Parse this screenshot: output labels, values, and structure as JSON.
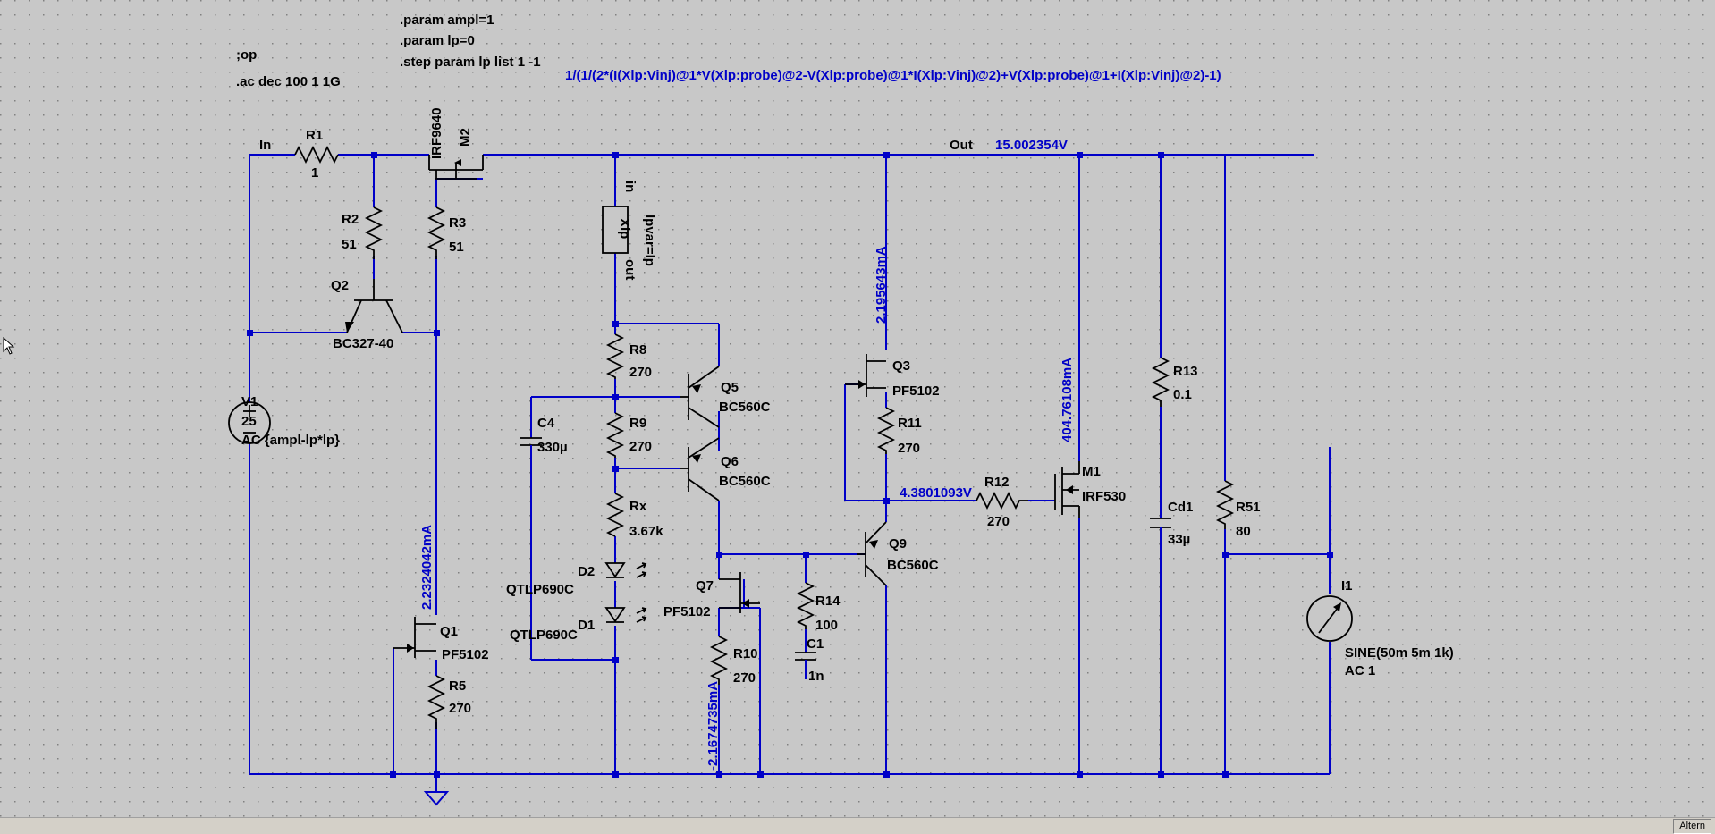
{
  "status": {
    "mode_text": "Altern"
  },
  "directives": {
    "op": ";op",
    "ac": ".ac dec 100 1 1G",
    "param1": ".param ampl=1",
    "param2": ".param lp=0",
    "step": ".step param lp list 1 -1",
    "expression": "1/(1/(2*(I(Xlp:Vinj)@1*V(Xlp:probe)@2-V(Xlp:probe)@1*I(Xlp:Vinj)@2)+V(Xlp:probe)@1+I(Xlp:Vinj)@2)-1)"
  },
  "nets": {
    "in": "In",
    "out": "Out",
    "xlp_in": "in",
    "xlp_out": "out"
  },
  "components": {
    "r1": {
      "name": "R1",
      "value": "1"
    },
    "r2": {
      "name": "R2",
      "value": "51"
    },
    "r3": {
      "name": "R3",
      "value": "51"
    },
    "r5": {
      "name": "R5",
      "value": "270"
    },
    "r8": {
      "name": "R8",
      "value": "270"
    },
    "r9": {
      "name": "R9",
      "value": "270"
    },
    "rx": {
      "name": "Rx",
      "value": "3.67k"
    },
    "r10": {
      "name": "R10",
      "value": "270"
    },
    "r11": {
      "name": "R11",
      "value": "270"
    },
    "r12": {
      "name": "R12",
      "value": "270"
    },
    "r13": {
      "name": "R13",
      "value": "0.1"
    },
    "r14": {
      "name": "R14",
      "value": "100"
    },
    "r51": {
      "name": "R51",
      "value": "80"
    },
    "c1": {
      "name": "C1",
      "value": "1n"
    },
    "c4": {
      "name": "C4",
      "value": "330µ"
    },
    "cd1": {
      "name": "Cd1",
      "value": "33µ"
    },
    "d1": {
      "name": "D1",
      "value": "QTLP690C"
    },
    "d2": {
      "name": "D2",
      "value": "QTLP690C"
    },
    "q1": {
      "name": "Q1",
      "value": "PF5102"
    },
    "q2": {
      "name": "Q2",
      "value": "BC327-40"
    },
    "q3": {
      "name": "Q3",
      "value": "PF5102"
    },
    "q5": {
      "name": "Q5",
      "value": "BC560C"
    },
    "q6": {
      "name": "Q6",
      "value": "BC560C"
    },
    "q7": {
      "name": "Q7",
      "value": "PF5102"
    },
    "q9": {
      "name": "Q9",
      "value": "BC560C"
    },
    "m1": {
      "name": "M1",
      "value": "IRF530"
    },
    "m2": {
      "name": "M2",
      "value": "IRF9640"
    },
    "v1": {
      "name": "V1",
      "value": "25",
      "ac": "AC {ampl-lp*lp}"
    },
    "i1": {
      "name": "I1",
      "value": "SINE(50m 5m 1k)",
      "ac": "AC 1"
    },
    "xlp": {
      "name": "Xlp",
      "param": "lpvar=lp"
    }
  },
  "measurements": {
    "v_out": "15.002354V",
    "i_q3": "2.195643mA",
    "i_m1": "404.76108mA",
    "v_gate": "4.3801093V",
    "i_q1": "2.2324042mA",
    "i_r10": "-2.1674735mA"
  },
  "colors": {
    "wire": "#0000c8",
    "grid": "#909090",
    "background": "#c8c8c8",
    "symbol": "#000000"
  }
}
